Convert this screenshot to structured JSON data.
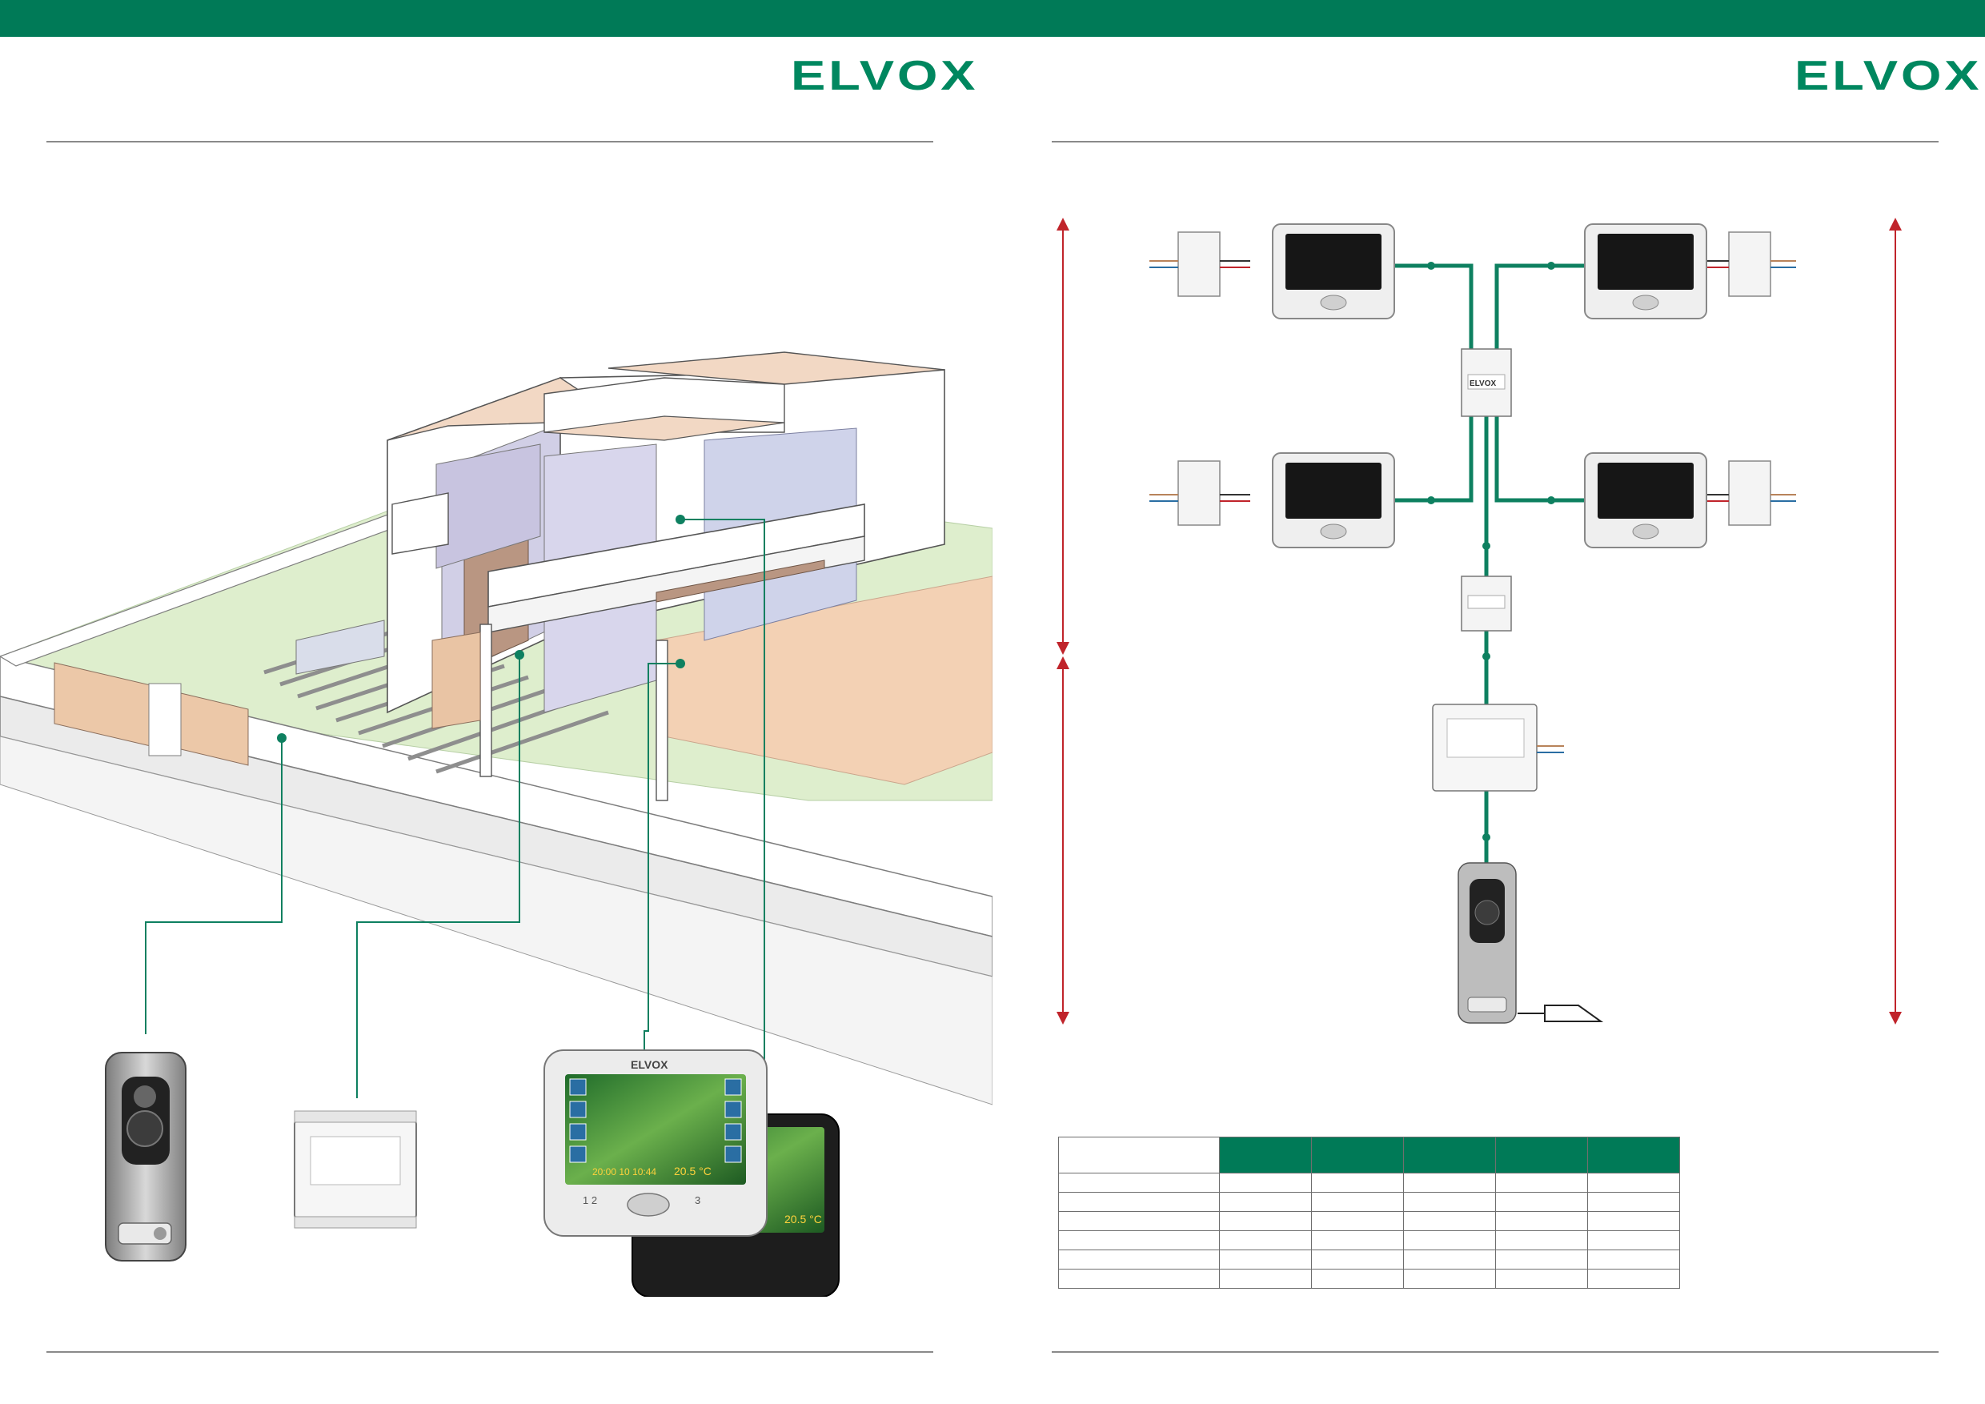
{
  "brand": {
    "logo_text": "ELVOX",
    "color": "#007a57",
    "wire_color": "#0e8060",
    "accent_red": "#c0242b"
  },
  "left_page": {
    "logo_text": "ELVOX"
  },
  "right_page": {
    "logo_text": "ELVOX"
  },
  "devices": {
    "monitor_brand": "ELVOX",
    "module_brand": "ELVOX",
    "touch_screen_time": "20:00 10  10:44",
    "touch_screen_temp": "20.5 °C",
    "black_screen_temp": "20.5 °C",
    "keypad_left": "1  2",
    "keypad_right": "3"
  },
  "table": {
    "columns": 5,
    "rows": 6
  }
}
